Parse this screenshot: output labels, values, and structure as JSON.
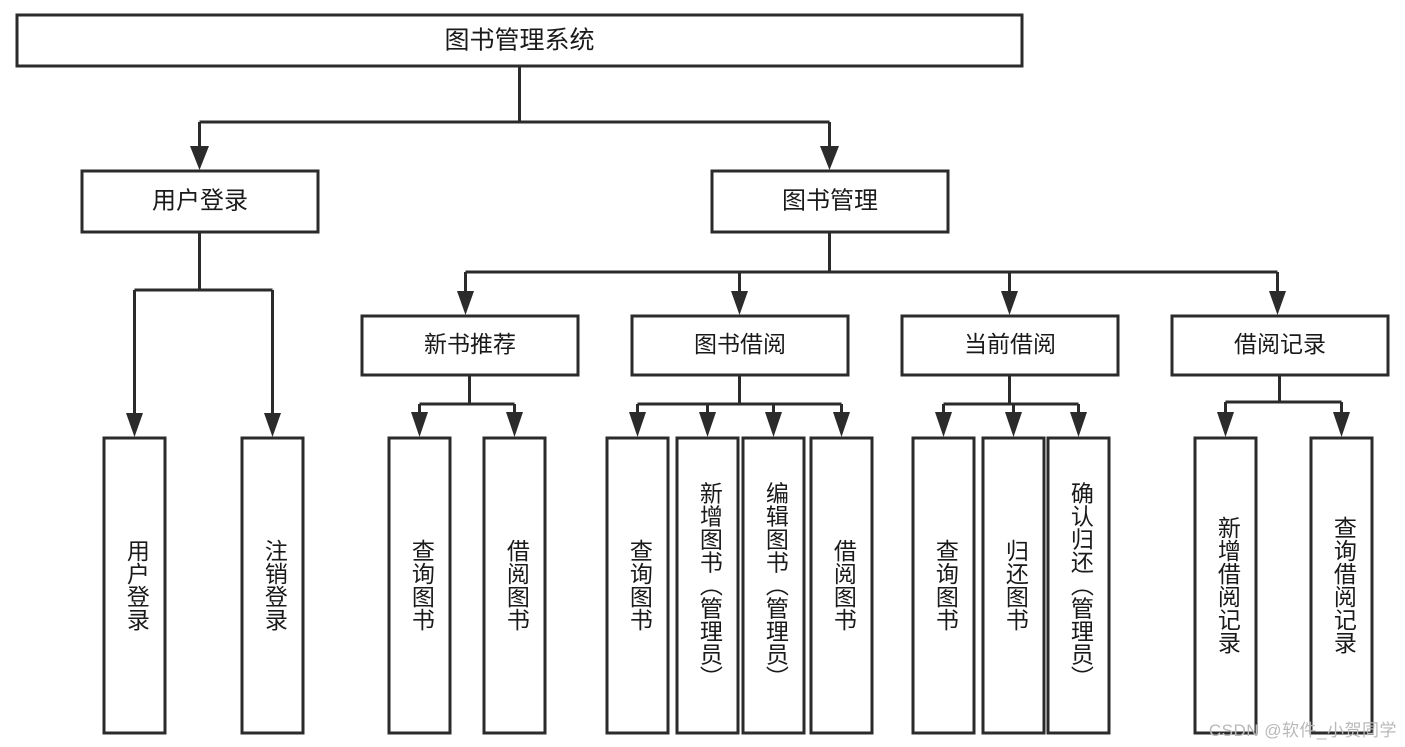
{
  "diagram": {
    "title": "图书管理系统",
    "type": "hierarchy-tree",
    "orientation": "top-down",
    "root": {
      "id": "root",
      "label": "图书管理系统"
    },
    "level2": [
      {
        "id": "user-login",
        "label": "用户登录"
      },
      {
        "id": "book-manage",
        "label": "图书管理"
      }
    ],
    "level3": [
      {
        "id": "new-book-rec",
        "label": "新书推荐",
        "parent": "book-manage"
      },
      {
        "id": "book-borrow",
        "label": "图书借阅",
        "parent": "book-manage"
      },
      {
        "id": "current-borrow",
        "label": "当前借阅",
        "parent": "book-manage"
      },
      {
        "id": "borrow-record",
        "label": "借阅记录",
        "parent": "book-manage"
      }
    ],
    "leaves": {
      "user-login": [
        {
          "id": "leaf-user-login",
          "label": "用户登录"
        },
        {
          "id": "leaf-logout",
          "label": "注销登录"
        }
      ],
      "new-book-rec": [
        {
          "id": "leaf-query-book-1",
          "label": "查询图书"
        },
        {
          "id": "leaf-borrow-book-1",
          "label": "借阅图书"
        }
      ],
      "book-borrow": [
        {
          "id": "leaf-query-book-2",
          "label": "查询图书"
        },
        {
          "id": "leaf-add-book",
          "label": "新增图书（管理员）"
        },
        {
          "id": "leaf-edit-book",
          "label": "编辑图书（管理员）"
        },
        {
          "id": "leaf-borrow-book-2",
          "label": "借阅图书"
        }
      ],
      "current-borrow": [
        {
          "id": "leaf-query-book-3",
          "label": "查询图书"
        },
        {
          "id": "leaf-return-book",
          "label": "归还图书"
        },
        {
          "id": "leaf-confirm-return",
          "label": "确认归还（管理员）"
        }
      ],
      "borrow-record": [
        {
          "id": "leaf-add-record",
          "label": "新增借阅记录"
        },
        {
          "id": "leaf-query-record",
          "label": "查询借阅记录"
        }
      ]
    },
    "colors": {
      "box_fill": "#ffffff",
      "box_stroke": "#2b2b2b",
      "connector": "#2b2b2b",
      "text": "#1a1a1a",
      "background": "#ffffff",
      "watermark": "#b9b9b9"
    }
  },
  "watermark": {
    "text": "CSDN @软件_小贺同学"
  }
}
